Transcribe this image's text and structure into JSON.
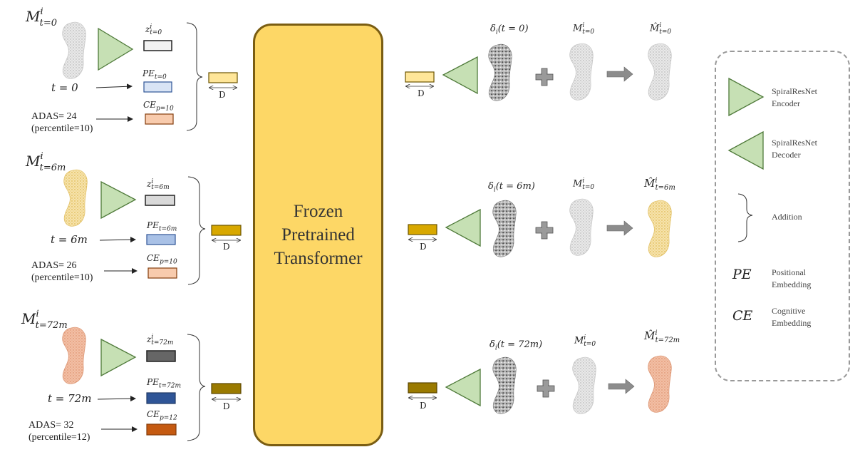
{
  "transformer": {
    "line1": "Frozen",
    "line2": "Pretrained",
    "line3": "Transformer"
  },
  "dim_label": "D",
  "rows": [
    {
      "m": "M",
      "m_sup": "i",
      "m_sub": "t=0",
      "z": "z",
      "z_sup": "i",
      "z_sub": "t=0",
      "pe": "PE",
      "pe_sub": "t=0",
      "ce": "CE",
      "ce_sub": "p=10",
      "t_label": "t = 0",
      "adas": "ADAS= 24",
      "percentile": "(percentile=10)",
      "delta": "δ",
      "delta_rest": "(t = 0)",
      "base": "M",
      "base_sup": "i",
      "base_sub": "t=0",
      "out": "M̂",
      "out_sup": "i",
      "out_sub": "t=0"
    },
    {
      "m": "M",
      "m_sup": "i",
      "m_sub": "t=6m",
      "z": "z",
      "z_sup": "i",
      "z_sub": "t=6m",
      "pe": "PE",
      "pe_sub": "t=6m",
      "ce": "CE",
      "ce_sub": "p=10",
      "t_label": "t = 6m",
      "adas": "ADAS= 26",
      "percentile": "(percentile=10)",
      "delta": "δ",
      "delta_rest": "(t = 6m)",
      "base": "M",
      "base_sup": "i",
      "base_sub": "t=0",
      "out": "M̂",
      "out_sup": "i",
      "out_sub": "t=6m"
    },
    {
      "m": "M",
      "m_sup": "i",
      "m_sub": "t=72m",
      "z": "z",
      "z_sup": "i",
      "z_sub": "t=72m",
      "pe": "PE",
      "pe_sub": "t=72m",
      "ce": "CE",
      "ce_sub": "p=12",
      "t_label": "t = 72m",
      "adas": "ADAS= 32",
      "percentile": "(percentile=12)",
      "delta": "δ",
      "delta_rest": "(t = 72m)",
      "base": "M",
      "base_sup": "i",
      "base_sub": "t=0",
      "out": "M̂",
      "out_sup": "i",
      "out_sub": "t=72m"
    }
  ],
  "legend": {
    "encoder": [
      "SpiralResNet",
      "Encoder"
    ],
    "decoder": [
      "SpiralResNet",
      "Decoder"
    ],
    "addition": "Addition",
    "pe_symbol": "PE",
    "pe_text": [
      "Positional",
      "Embedding"
    ],
    "ce_symbol": "CE",
    "ce_text": [
      "Cognitive",
      "Embedding"
    ]
  },
  "colors": {
    "triangle_fill": "#c6e0b4",
    "triangle_stroke": "#4f7a3a",
    "transformer_fill": "#fdd766",
    "transformer_border": "#7a5d12",
    "z_colors": [
      "#f2f2f2",
      "#d9d9d9",
      "#666666"
    ],
    "pe_colors": [
      "#d9e4f5",
      "#a9c1e6",
      "#2f5597"
    ],
    "ce_colors": [
      "#f8cbad",
      "#f8cbad",
      "#c55a11"
    ],
    "token_colors": [
      "#ffe699",
      "#d8a800",
      "#9a7a00"
    ],
    "shape_colors": [
      "#d8d8d8",
      "#f1d48a",
      "#eca98e"
    ],
    "plus_color": "#9a9a9a",
    "arrow_color": "#8c8c8c"
  }
}
